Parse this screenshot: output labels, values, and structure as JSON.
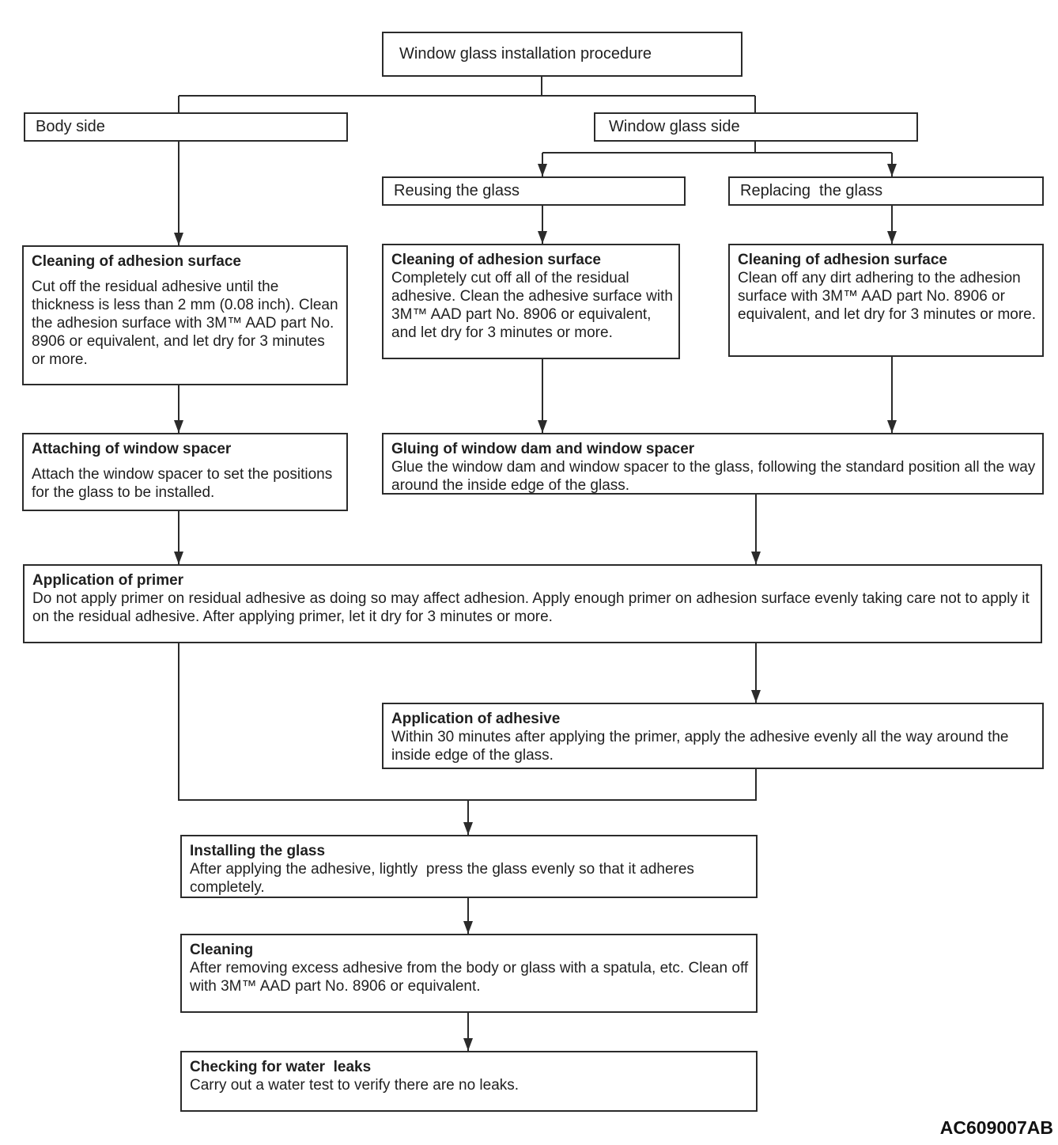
{
  "diagram": {
    "footer_code": "AC609007AB",
    "colors": {
      "line": "#2b2b2b",
      "box_border": "#2b2b2b",
      "background": "#ffffff",
      "text": "#1f1f1f"
    },
    "nodes": {
      "root": {
        "label": "Window glass installation procedure"
      },
      "body_side": {
        "label": "Body side"
      },
      "window_glass_side": {
        "label": "Window glass side"
      },
      "reusing": {
        "label": "Reusing the glass"
      },
      "replacing": {
        "label": "Replacing  the glass"
      },
      "clean_body": {
        "title": "Cleaning of adhesion surface",
        "body": "Cut off the residual adhesive until the thickness is less than 2 mm (0.08 inch). Clean the adhesion surface with 3M™ AAD part No. 8906 or equivalent, and let dry for 3 minutes or more."
      },
      "clean_reuse": {
        "title": "Cleaning of adhesion surface",
        "body": "Completely cut off all of the residual adhesive. Clean the adhesive surface with 3M™ AAD part No. 8906 or equivalent, and let dry for 3 minutes or more."
      },
      "clean_replace": {
        "title": "Cleaning of adhesion surface",
        "body": "Clean off any dirt adhering to the adhesion surface with 3M™ AAD part No. 8906 or equivalent, and let dry for 3 minutes or more."
      },
      "attach_spacer": {
        "title": "Attaching of window spacer",
        "body": "Attach the window spacer to set the positions for the glass to be installed."
      },
      "gluing": {
        "title": "Gluing of window dam and window spacer",
        "body": "Glue the window dam and window spacer to the glass, following the standard position all the way around the inside edge of the glass."
      },
      "primer": {
        "title": "Application of primer",
        "body": "Do not apply primer on residual adhesive as doing so may affect adhesion. Apply enough primer on adhesion surface evenly taking care not to apply it on the residual adhesive. After applying primer, let it dry for 3 minutes or more."
      },
      "adhesive": {
        "title": "Application of adhesive",
        "body": "Within 30 minutes after applying the primer, apply the adhesive evenly all the way around the inside edge of the glass."
      },
      "installing": {
        "title": "Installing the glass",
        "body": "After applying the adhesive, lightly  press the glass evenly so that it adheres completely."
      },
      "cleaning": {
        "title": "Cleaning",
        "body": "After removing excess adhesive from the body or glass with a spatula, etc. Clean off  with 3M™ AAD part No. 8906 or equivalent."
      },
      "water_leaks": {
        "title": "Checking for water  leaks",
        "body": "Carry out a water test to verify there are no leaks."
      }
    }
  }
}
